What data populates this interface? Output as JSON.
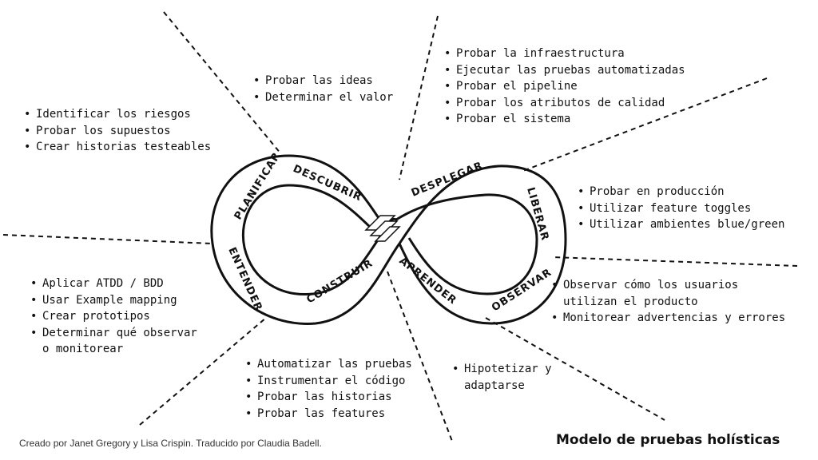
{
  "groups": {
    "planificar": [
      "Identificar los riesgos",
      "Probar los supuestos",
      "Crear historias testeables"
    ],
    "descubrir": [
      "Probar las ideas",
      "Determinar el valor"
    ],
    "desplegar": [
      "Probar la infraestructura",
      "Ejecutar las pruebas automatizadas",
      "Probar el pipeline",
      "Probar los atributos de calidad",
      "Probar el sistema"
    ],
    "liberar": [
      "Probar en producción",
      "Utilizar feature toggles",
      "Utilizar ambientes blue/green"
    ],
    "observar": [
      "Observar cómo los usuarios utilizan el producto",
      "Monitorear advertencias y errores"
    ],
    "aprender": [
      "Hipotetizar y adaptarse"
    ],
    "construir": [
      "Automatizar las pruebas",
      "Instrumentar el código",
      "Probar las historias",
      "Probar las features"
    ],
    "entender": [
      "Aplicar ATDD / BDD",
      "Usar Example mapping",
      "Crear prototipos",
      "Determinar qué observar o monitorear"
    ]
  },
  "phases": {
    "planificar": "PLANIFICAR",
    "descubrir": "DESCUBRIR",
    "desplegar": "DESPLEGAR",
    "liberar": "LIBERAR",
    "observar": "OBSERVAR",
    "aprender": "APRENDER",
    "construir": "CONSTRUIR",
    "entender": "ENTENDER"
  },
  "credit": "Creado por Janet Gregory y Lisa Crispin. Traducido por Claudia Badell.",
  "title": "Modelo de pruebas holísticas"
}
